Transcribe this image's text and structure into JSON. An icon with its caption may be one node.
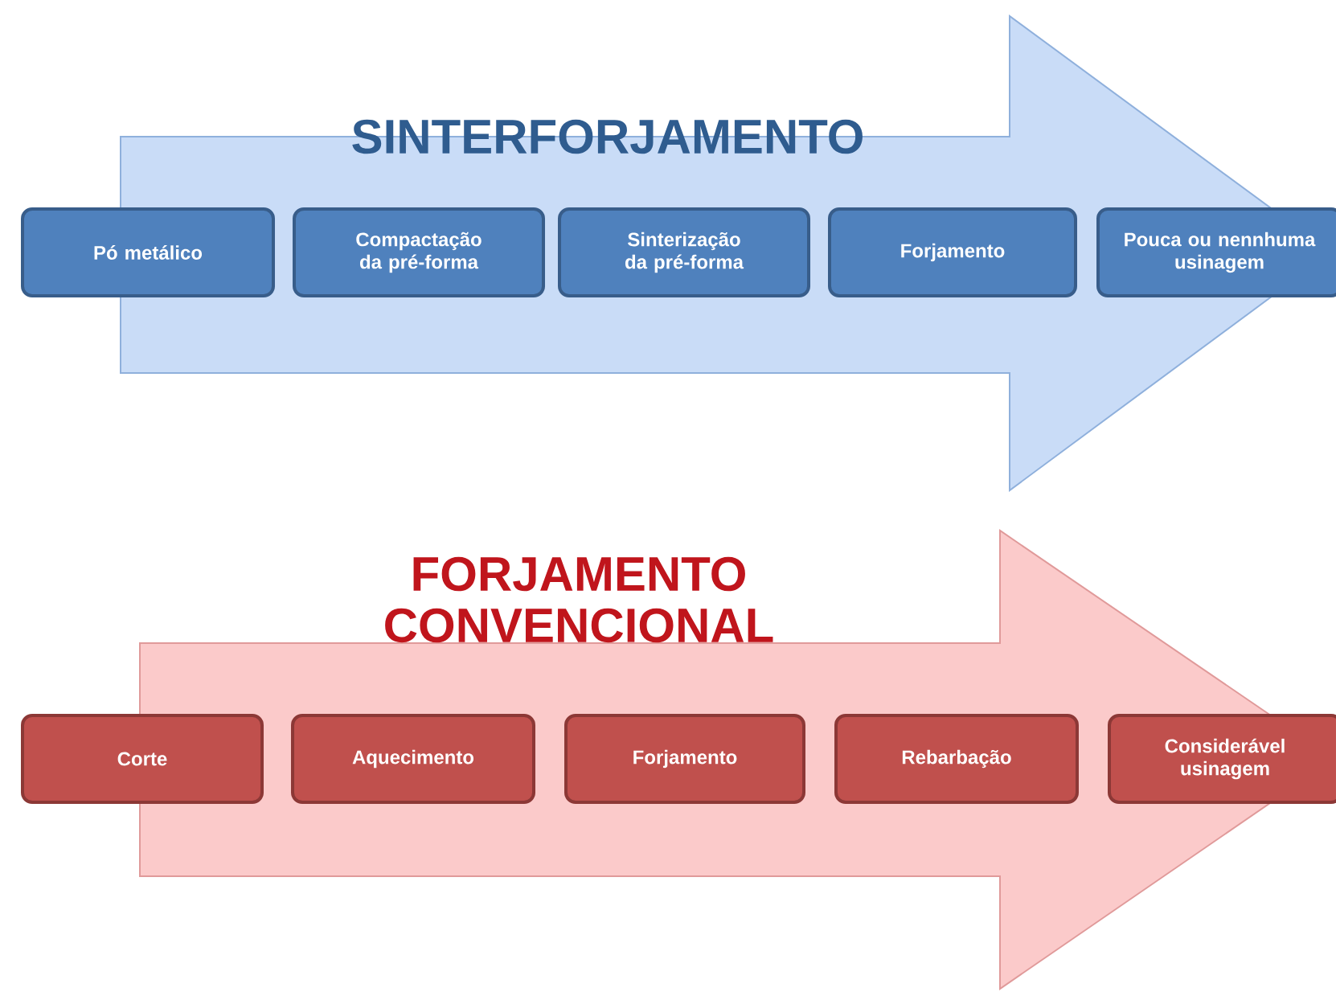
{
  "diagram": {
    "nodes": [
      {
        "text": [
          "Pó metálico"
        ]
      },
      {
        "text": [
          "Compactação da pré-forma"
        ]
      },
      {
        "text": [
          "Sinterização da pré-forma"
        ]
      },
      {
        "text": [
          "Forjamento"
        ]
      },
      {
        "text": [
          "Pouca ou nennhuma usinagem"
        ]
      },
      {
        "text": [
          "Corte"
        ]
      },
      {
        "text": [
          "Aquecimento"
        ]
      },
      {
        "text": [
          "Forjamento"
        ]
      },
      {
        "text": [
          "Rebarbação"
        ]
      },
      {
        "text": [
          "Considerável usinagem"
        ]
      }
    ],
    "edges": [
      {
        "from": 0,
        "to": 4,
        "arrow": "to",
        "color": "#c9dcf7"
      },
      {
        "from": 5,
        "to": 9,
        "arrow": "to",
        "color": "#fbcaca"
      }
    ],
    "labels": [
      "SINTERFORJAMENTO",
      "FORJAMENTO CONVENCIONAL"
    ]
  }
}
